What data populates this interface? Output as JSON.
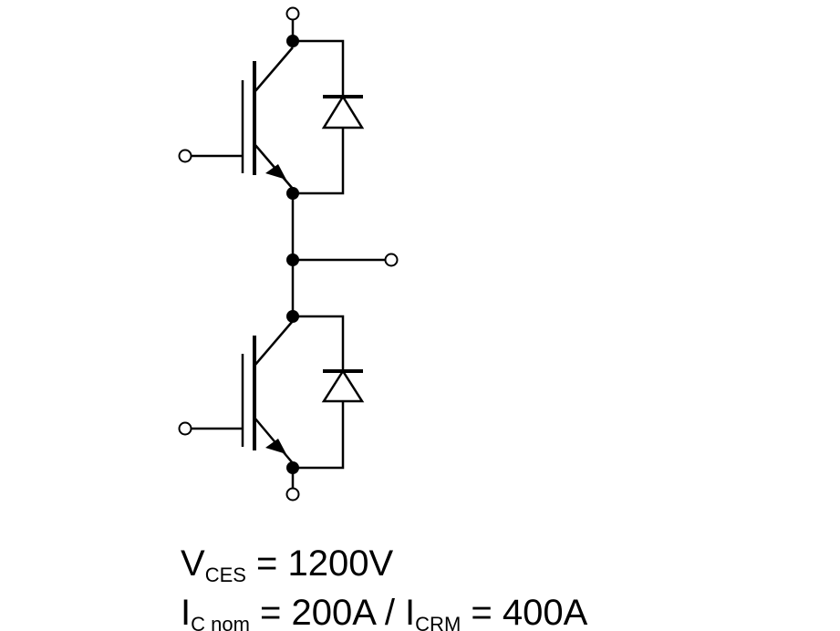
{
  "colors": {
    "background": "#ffffff",
    "stroke": "#000000"
  },
  "diagram": {
    "type": "IGBT half-bridge module with antiparallel freewheeling diodes",
    "switches": [
      {
        "position": "upper",
        "device": "IGBT",
        "diode": "antiparallel"
      },
      {
        "position": "lower",
        "device": "IGBT",
        "diode": "antiparallel"
      }
    ]
  },
  "specs": {
    "vces": {
      "symbol": "V",
      "subscript": "CES",
      "value": " = 1200V"
    },
    "ic": {
      "symbol": "I",
      "subscript": "C nom",
      "value": " = 200A / I",
      "symbol2_subscript": "CRM",
      "value2": " = 400A"
    }
  }
}
